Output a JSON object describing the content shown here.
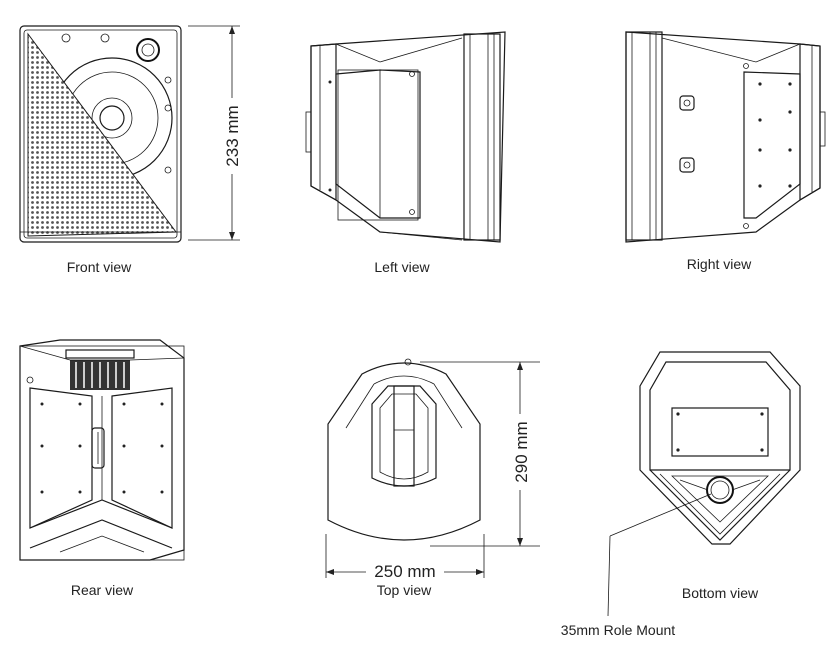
{
  "views": {
    "front": "Front view",
    "left": "Left view",
    "right": "Right view",
    "rear": "Rear view",
    "top": "Top view",
    "bottom": "Bottom view"
  },
  "dimensions": {
    "height": "233 mm",
    "depth": "290 mm",
    "width": "250 mm"
  },
  "callouts": {
    "pole_mount": "35mm Role Mount"
  }
}
